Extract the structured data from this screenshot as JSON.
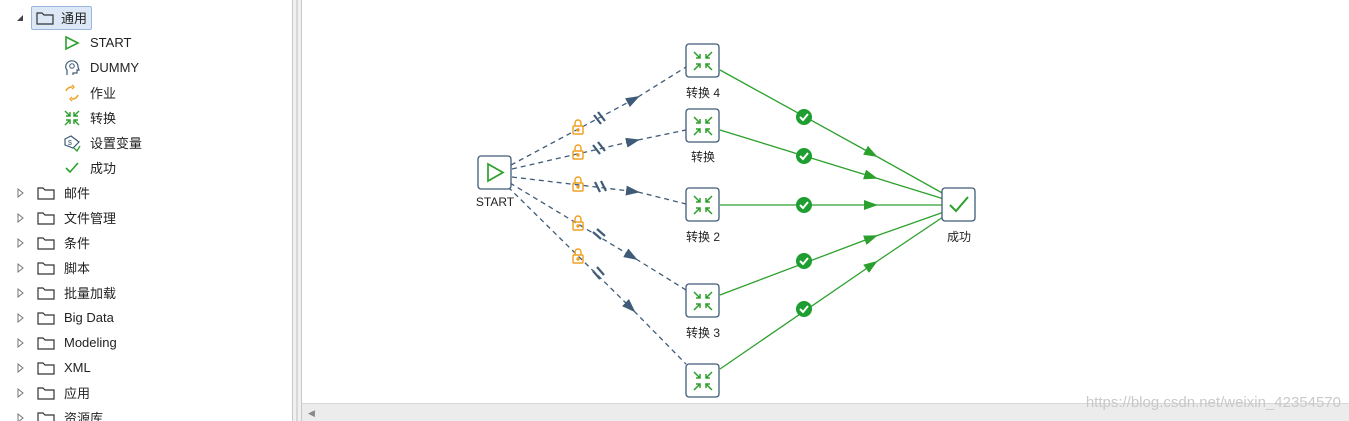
{
  "tree": {
    "expanded_folder": "通用",
    "entries": [
      {
        "label": "START",
        "icon": "start-play-icon"
      },
      {
        "label": "DUMMY",
        "icon": "dummy-head-icon"
      },
      {
        "label": "作业",
        "icon": "job-arrows-icon"
      },
      {
        "label": "转换",
        "icon": "transform-icon"
      },
      {
        "label": "设置变量",
        "icon": "set-variable-icon"
      },
      {
        "label": "成功",
        "icon": "success-check-icon"
      }
    ],
    "folders": [
      "邮件",
      "文件管理",
      "条件",
      "脚本",
      "批量加载",
      "Big Data",
      "Modeling",
      "XML",
      "应用",
      "资源库"
    ]
  },
  "canvas": {
    "nodes": {
      "start": "START",
      "t4": "转换 4",
      "t1": "转换",
      "t2": "转换 2",
      "t3": "转换 3",
      "t5": "",
      "success": "成功"
    },
    "colors": {
      "hop_unconditional": "#3f5b78",
      "hop_success": "#2ca02c",
      "lock": "#f0a020",
      "node_icon": "#2ca02c"
    }
  },
  "watermark": "https://blog.csdn.net/weixin_42354570"
}
